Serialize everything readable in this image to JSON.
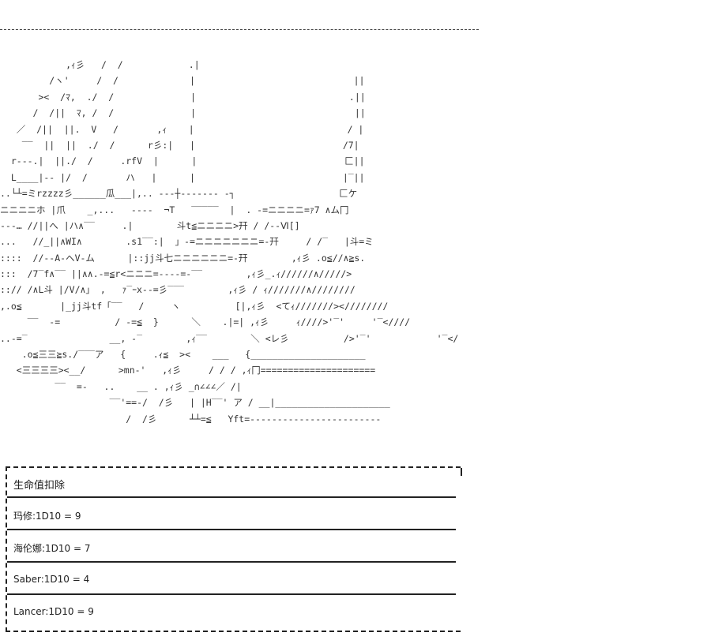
{
  "art": {
    "lines": [
      "            ,ｨ彡   /  /            .|",
      "         /ヽ'     /  /             |                             ||",
      "       ><  /ﾏ,  ./  /              |                            .||",
      "      /  /||  ﾏ, /  /              |                             ||",
      "   ／  /||  ||.  V   /       ,ｨ    |                            / |",
      "    ‾‾  ||  ||  ./  /      r彡:|   |                           /7|",
      "  r‐‐‐.|  ||./  /     .rfV  |      |                           匚||",
      "  L____|-- |/  /       ハ   |      |                           |‾||",
      "..└┴=ミrzzzz彡______瓜___|,.. ---┼------- -┐                   匚ケ",
      "ニニニニホ |爪    _,...   ----  ¬T   ‾‾‾‾‾  |  . -=ニニニニ=ｧ7 ∧ム冂",
      "‐‐‐… //||へ |ハ∧‾‾     .|        斗t≦ニニニニ>幵 / /--Ⅵ[]",
      "...   //_||∧WI∧        .s1‾‾:|  」-=ニニニニニニニ=-幵     / /‾   |斗=ミ",
      "::::  //--A-へV-ム      |::jj斗七ニニニニニニ=-幵        ,ｨ彡 .o≦//∧≧s.",
      ":::  /7‾f∧‾‾ ||∧∧.-=≦r<ニニニ=-‐‐‐=‐‾‾        ,ｨ彡_.ｨ//////∧/////>",
      "::// /∧L斗 |/V/∧」 ,   ｧ‾ｰx‐-=彡‾‾‾        ,ｨ彡 / ｨ///////∧////////",
      ",.o≦       |_jj斗tf「‾‾   /     ヽ          [|,ｨ彡  <てｨ///////><////////",
      "     ‾‾  -=          / -=≦  }      ＼    .|=| ,ｨ彡     ｨ////>'‾'     '‾<////",
      "..-=‾               __, -‾        ,ｨ‾‾        ＼ <レ彡          />'‾'            '‾</",
      "    .o≦三三≧s./‾‾‾ア   {     .ｨ≦  ><    ___   {_____________________",
      "   <三三三三><__/      >mn-'   ,ｨ彡     / / / ,ｨ冂=====================",
      "          ‾‾  =-   ..    __ . ,ｨ彡 _∩∠∠∠／ /|",
      "                    ‾‾'==-/  /彡   | |H‾‾' ア / __|_____________________",
      "                       /  /彡      ┴┴=≦   Yft=-‐‐‐‐‐‐‐‐‐‐‐‐‐‐‐‐‐‐‐‐‐‐‐"
    ]
  },
  "dice_box": {
    "title": "生命值扣除",
    "rows": [
      "玛修:1D10 = 9",
      "海伦娜:1D10 = 7",
      "Saber:1D10 = 4",
      "Lancer:1D10 = 9"
    ]
  }
}
